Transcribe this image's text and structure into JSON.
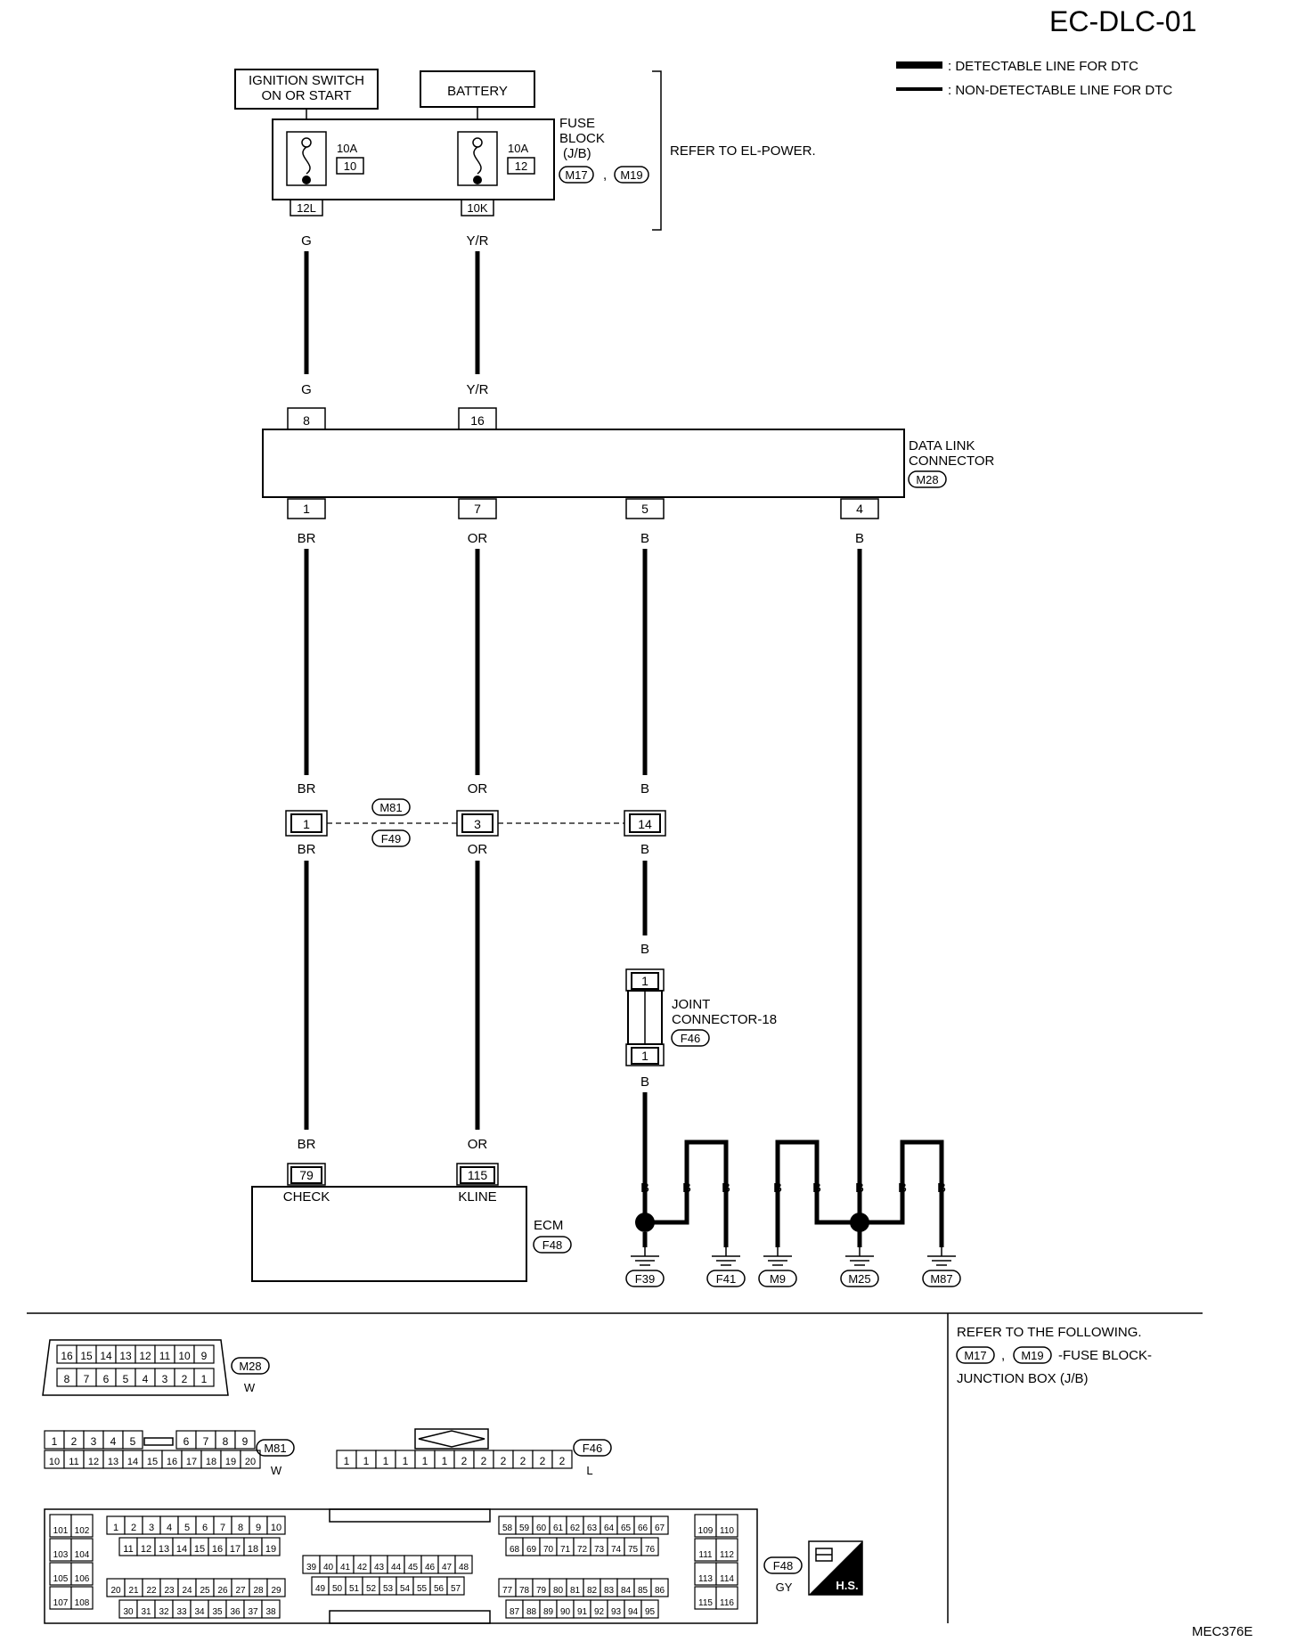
{
  "page_title": "EC-DLC-01",
  "page_code": "MEC376E",
  "legend": {
    "detectable": ": DETECTABLE LINE FOR DTC",
    "non_detectable": ": NON-DETECTABLE LINE FOR DTC"
  },
  "top": {
    "ignition_line1": "IGNITION SWITCH",
    "ignition_line2": "ON OR START",
    "battery": "BATTERY",
    "fuse_block_l1": "FUSE",
    "fuse_block_l2": "BLOCK",
    "fuse_block_l3": "(J/B)",
    "fuse_conn_a": "M17",
    "fuse_conn_b": "M19",
    "fuse_comma": ",",
    "refer_power": "REFER TO EL-POWER.",
    "fuse1_amp": "10A",
    "fuse1_num": "10",
    "fuse2_amp": "10A",
    "fuse2_num": "12",
    "term1": "12L",
    "term2": "10K"
  },
  "wire_colors": {
    "g": "G",
    "yr": "Y/R",
    "br": "BR",
    "or": "OR",
    "b": "B"
  },
  "dlc": {
    "label1": "DATA LINK",
    "label2": "CONNECTOR",
    "conn": "M28",
    "pin_top1": "8",
    "pin_top2": "16",
    "pin_b1": "1",
    "pin_b2": "7",
    "pin_b3": "5",
    "pin_b4": "4"
  },
  "harness": {
    "conn_top": "M81",
    "conn_bottom": "F49",
    "pin1": "1",
    "pin2": "3",
    "pin3": "14"
  },
  "joint": {
    "label1": "JOINT",
    "label2": "CONNECTOR-18",
    "conn": "F46",
    "pin_top": "1",
    "pin_bottom": "1"
  },
  "ecm": {
    "label": "ECM",
    "conn": "F48",
    "pin1": "79",
    "pin1_name": "CHECK",
    "pin2": "115",
    "pin2_name": "KLINE"
  },
  "grounds": [
    "F39",
    "F41",
    "M9",
    "M25",
    "M87"
  ],
  "bottom_refer": {
    "line1": "REFER TO THE FOLLOWING.",
    "conn_a": "M17",
    "conn_b": "M19",
    "sep": ",",
    "desc": "-FUSE BLOCK-",
    "line3": "JUNCTION BOX (J/B)"
  },
  "connectors": {
    "m28": {
      "name": "M28",
      "color": "W",
      "row1": [
        "16",
        "15",
        "14",
        "13",
        "12",
        "11",
        "10",
        "9"
      ],
      "row2": [
        "8",
        "7",
        "6",
        "5",
        "4",
        "3",
        "2",
        "1"
      ]
    },
    "m81": {
      "name": "M81",
      "color": "W",
      "row1a": [
        "1",
        "2",
        "3",
        "4",
        "5"
      ],
      "row1b": [
        "6",
        "7",
        "8",
        "9"
      ],
      "row2": [
        "10",
        "11",
        "12",
        "13",
        "14",
        "15",
        "16",
        "17",
        "18",
        "19",
        "20"
      ]
    },
    "f46": {
      "name": "F46",
      "color": "L",
      "cells": [
        "1",
        "1",
        "1",
        "1",
        "1",
        "1",
        "2",
        "2",
        "2",
        "2",
        "2",
        "2"
      ]
    },
    "f48": {
      "name": "F48",
      "color": "GY",
      "hs": "H.S."
    }
  }
}
